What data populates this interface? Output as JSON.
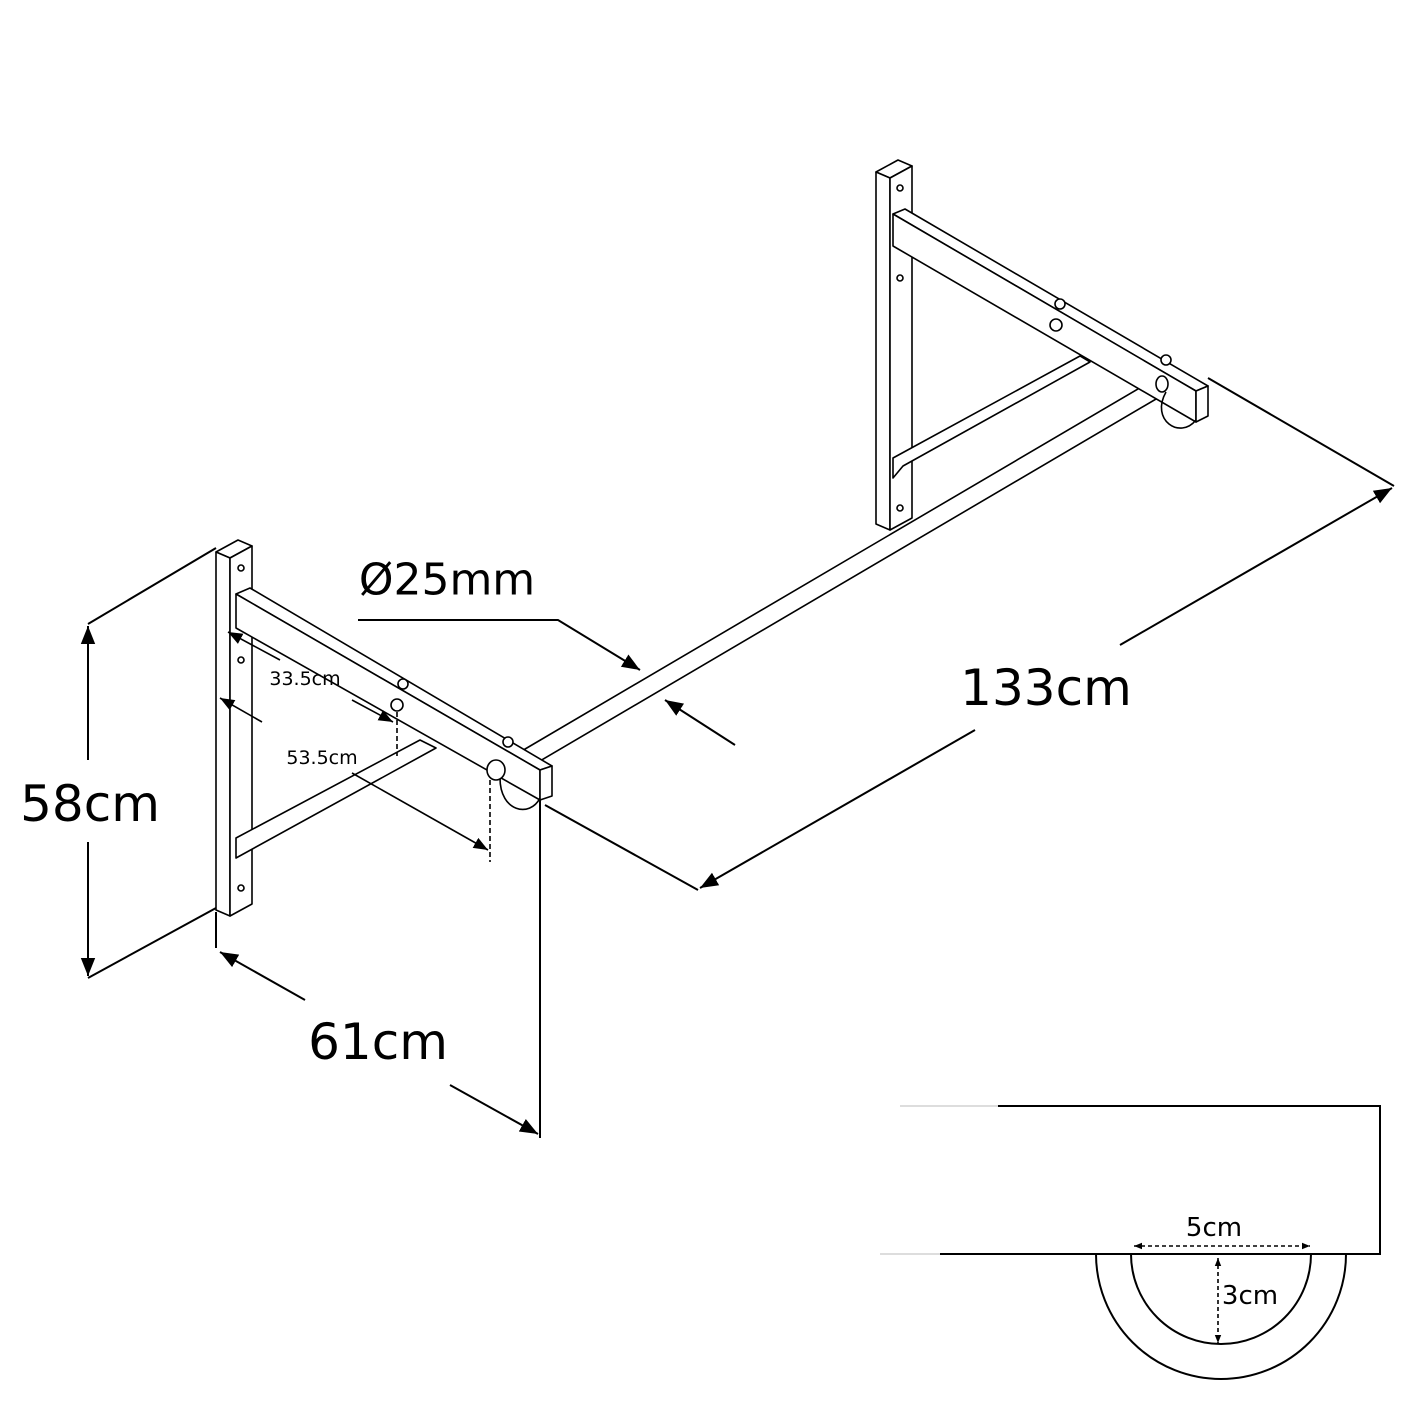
{
  "title": "Wall-mounted pull-up bar dimension drawing",
  "dimensions": {
    "height": "58cm",
    "depth": "61cm",
    "length": "133cm",
    "bar_diameter": "Ø25mm",
    "first_hole_distance": "33.5cm",
    "bar_distance": "53.5cm"
  },
  "inset": {
    "hook_width": "5cm",
    "hook_depth": "3cm"
  },
  "colors": {
    "line": "#000000",
    "background": "#ffffff"
  }
}
